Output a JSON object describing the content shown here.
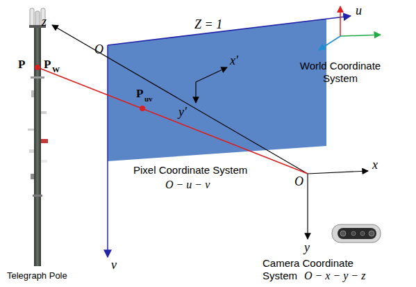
{
  "diagram": {
    "labels": [
      "Z = 1",
      "u",
      "O",
      "x′",
      "y′",
      "z",
      "P",
      "P",
      "W",
      "P",
      "uv",
      "v",
      "World Coordinate System",
      "x",
      "Pixel Coordinate System",
      "O − u − v",
      "O",
      "y",
      "Camera Coordinate System",
      "O − x − y − z",
      "Telegraph Pole"
    ]
  }
}
